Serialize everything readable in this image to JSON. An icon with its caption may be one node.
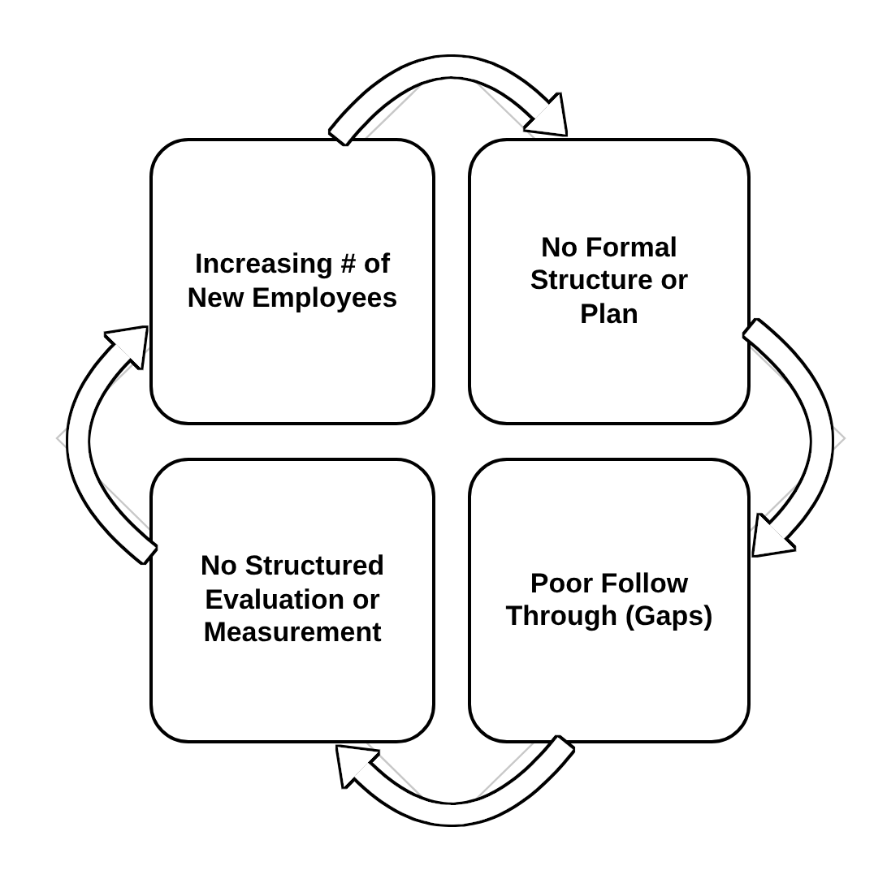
{
  "diagram": {
    "nodes": [
      {
        "text": [
          "Increasing # of New Employees"
        ]
      },
      {
        "text": [
          "No Formal Structure or Plan"
        ]
      },
      {
        "text": [
          "No Structured Evaluation or Measurement"
        ]
      },
      {
        "text": [
          "Poor Follow Through (Gaps)"
        ]
      }
    ],
    "edges": [
      {
        "from": 0,
        "to": 1,
        "arrow": "to"
      },
      {
        "from": 1,
        "to": 3,
        "arrow": "to"
      },
      {
        "from": 3,
        "to": 2,
        "arrow": "to"
      },
      {
        "from": 2,
        "to": 0,
        "arrow": "to"
      }
    ]
  }
}
